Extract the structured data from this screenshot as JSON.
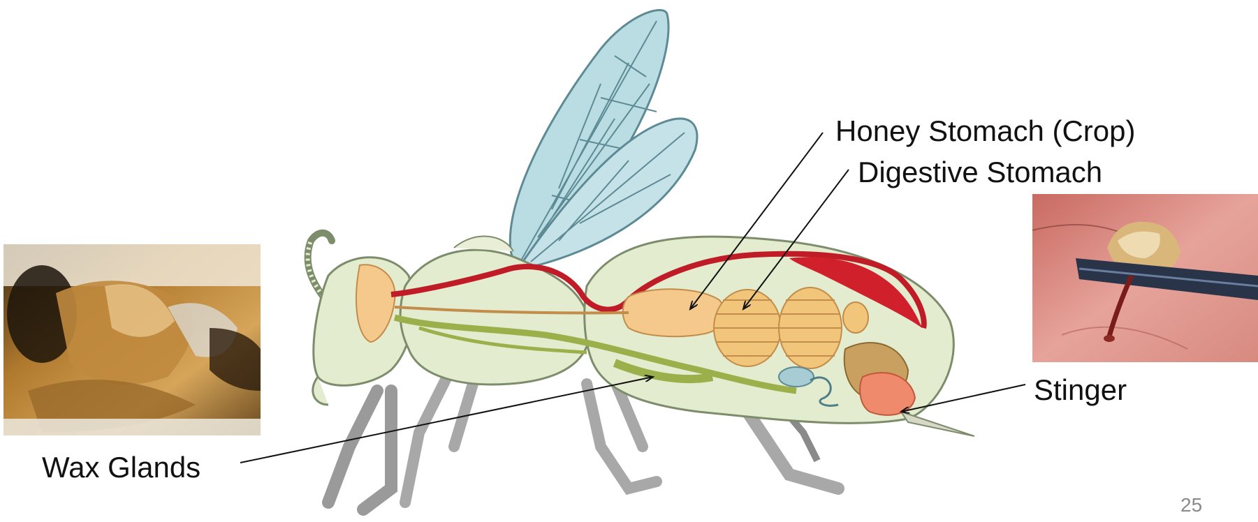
{
  "labels": {
    "honey_stomach": "Honey Stomach (Crop)",
    "digestive_stomach": "Digestive Stomach",
    "stinger": "Stinger",
    "wax_glands": "Wax Glands"
  },
  "page_number": "25",
  "colors": {
    "body_fill": "#e3eccf",
    "outline": "#7d8c6a",
    "wing_fill": "#b9dde3",
    "wing_vein": "#5d8a94",
    "heart_vessel": "#c01c28",
    "crop": "#f5c98b",
    "gut_coil": "#f2c67a",
    "nerve_cord": "#9bb04a",
    "venom_gland": "#f08a6c",
    "leg_gray": "#b5b5b5"
  }
}
